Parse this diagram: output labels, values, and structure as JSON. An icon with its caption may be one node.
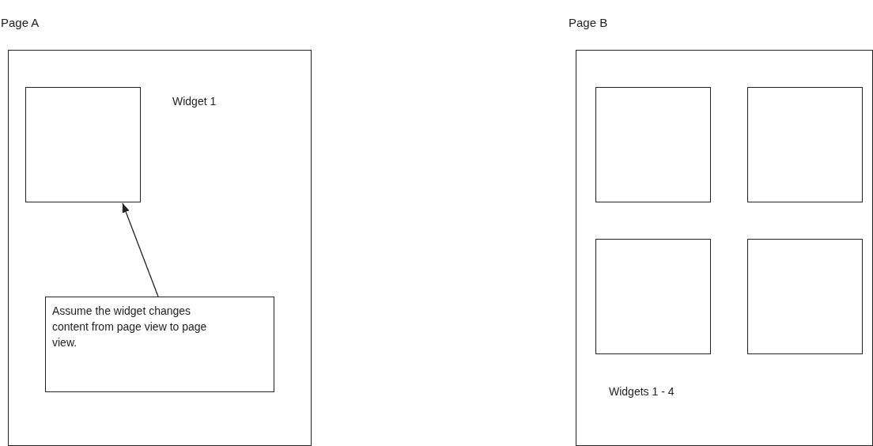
{
  "diagram": {
    "nodes": [
      {
        "text": [
          "Page A"
        ]
      },
      {
        "text": [],
        "shape": "box",
        "in": 0,
        "beside": [
          "Widget 1"
        ]
      },
      {
        "text": [
          "Assume the widget changes content from page view to page view."
        ],
        "in": 0
      },
      {
        "text": [
          "Page B"
        ]
      },
      {
        "text": [],
        "shape": "box",
        "in": 3
      },
      {
        "text": [],
        "shape": "box",
        "in": 3
      },
      {
        "text": [],
        "shape": "box",
        "in": 3
      },
      {
        "text": [],
        "shape": "box",
        "in": 3
      }
    ],
    "edges": [
      {
        "from": 2,
        "to": 1,
        "arrow": "to"
      }
    ],
    "labels": [
      "Widgets 1 - 4"
    ]
  }
}
